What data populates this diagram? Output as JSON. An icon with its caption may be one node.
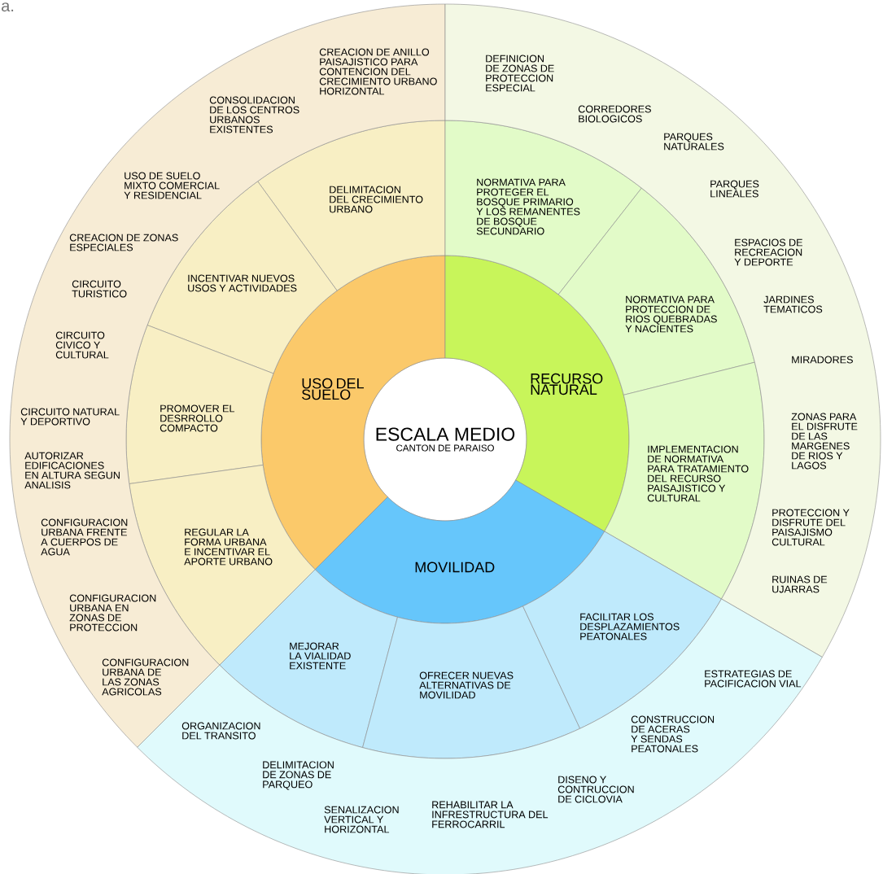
{
  "diagram": {
    "nodes": [
      {
        "text": [
          "ESCALA MEDIO",
          "CANTON DE PARAISO"
        ]
      },
      {
        "text": [
          "USO DEL SUELO"
        ]
      },
      {
        "text": [
          "RECURSO NATURAL"
        ]
      },
      {
        "text": [
          "MOVILIDAD"
        ]
      },
      {
        "text": [
          "DELIMITACION DEL CRECIMIENTO URBANO"
        ]
      },
      {
        "text": [
          "INCENTIVAR NUEVOS USOS Y ACTIVIDADES"
        ]
      },
      {
        "text": [
          "PROMOVER EL DESRROLLO COMPACTO"
        ]
      },
      {
        "text": [
          "REGULAR LA FORMA URBANA E INCENTIVAR EL APORTE URBANO"
        ]
      },
      {
        "text": [
          "NORMATIVA PARA PROTEGER EL BOSQUE PRIMARIO Y LOS REMANENTES DE BOSQUE SECUNDARIO"
        ]
      },
      {
        "text": [
          "NORMATIVA PARA PROTECCION DE RIOS QUEBRADAS Y NACIENTES"
        ]
      },
      {
        "text": [
          "IMPLEMENTACION DE NORMATIVA PARA TRATAMIENTO DEL RECURSO PAISAJISTICO Y CULTURAL"
        ]
      },
      {
        "text": [
          "MEJORAR LA VIALIDAD EXISTENTE"
        ]
      },
      {
        "text": [
          "OFRECER NUEVAS ALTERNATIVAS DE MOVILIDAD"
        ]
      },
      {
        "text": [
          "FACILITAR LOS DESPLAZAMIENTOS PEATONALES"
        ]
      },
      {
        "text": [
          "CREACION DE ANILLO PAISAJISTICO PARA CONTENCION DEL CRECIMIENTO URBANO HORIZONTAL",
          "CONSOLIDACION DE LOS CENTROS URBANOS EXISTENTES",
          "USO DE SUELO MIXTO COMERCIAL Y RESIDENCIAL",
          "CREACION DE ZONAS ESPECIALES",
          "CIRCUITO TURISTICO",
          "CIRCUITO CIVICO Y CULTURAL",
          "CIRCUITO NATURAL Y DEPORTIVO",
          "AUTORIZAR EDIFICACIONES EN ALTURA SEGUN ANALISIS",
          "CONFIGURACION URBANA FRENTE A CUERPOS DE AGUA",
          "CONFIGURACION URBANA EN ZONAS DE PROTECCION",
          "CONFIGURACION URBANA DE LAS ZONAS AGRICOLAS"
        ]
      },
      {
        "text": [
          "DEFINICION DE ZONAS DE PROTECCION ESPECIAL",
          "CORREDORES BIOLOGICOS",
          "PARQUES NATURALES",
          "PARQUES LINEALES",
          "ESPACIOS DE RECREACION Y DEPORTE",
          "JARDINES TEMATICOS",
          "MIRADORES",
          "ZONAS PARA EL DISFRUTE DE LAS MARGENES DE RIOS Y LAGOS",
          "PROTECCION Y DISFRUTE DEL PAISAJISMO CULTURAL",
          "RUINAS DE UJARRAS"
        ]
      },
      {
        "text": [
          "ORGANIZACION DEL TRANSITO",
          "DELIMITACION DE ZONAS DE PARQUEO",
          "SENALIZACION VERTICAL Y HORIZONTAL",
          "REHABILITAR LA INFRESTRUCTURA DEL FERROCARRIL",
          "DISENO Y CONTRUCCION DE CICLOVIA",
          "CONSTRUCCION DE ACERAS Y SENDAS PEATONALES",
          "ESTRATEGIAS DE PACIFICACION VIAL"
        ]
      }
    ],
    "labels": [
      "a."
    ]
  }
}
